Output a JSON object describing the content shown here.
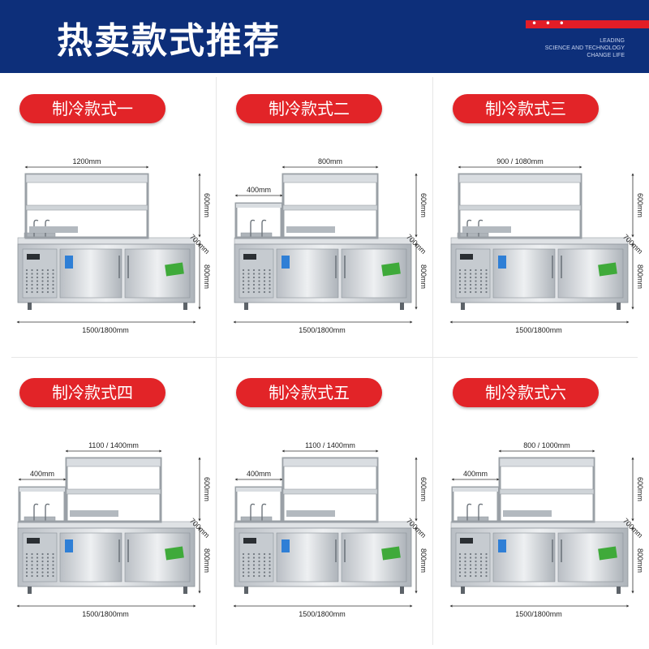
{
  "header": {
    "title": "热卖款式推荐",
    "dots": "• • •",
    "slogan": [
      "LEADING",
      "SCIENCE AND TECHNOLOGY",
      "CHANGE LIFE"
    ]
  },
  "colors": {
    "header_bg": "#0d2f7a",
    "accent_red": "#e21d27",
    "steel": "#c9ced3"
  },
  "products": [
    {
      "name": "制冷款式一",
      "top_width": "1200mm",
      "shelf_height": "600mm",
      "depth": "700mm",
      "counter_height": "800mm",
      "length": "1500/1800mm"
    },
    {
      "name": "制冷款式二",
      "top_width": "800mm",
      "side_width": "400mm",
      "shelf_height": "600mm",
      "depth": "700mm",
      "counter_height": "800mm",
      "length": "1500/1800mm"
    },
    {
      "name": "制冷款式三",
      "top_width": "900 / 1080mm",
      "shelf_height": "600mm",
      "depth": "700mm",
      "counter_height": "800mm",
      "length": "1500/1800mm"
    },
    {
      "name": "制冷款式四",
      "top_width": "1100 / 1400mm",
      "side_width": "400mm",
      "shelf_height": "600mm",
      "depth": "700mm",
      "counter_height": "800mm",
      "length": "1500/1800mm"
    },
    {
      "name": "制冷款式五",
      "top_width": "1100 / 1400mm",
      "side_width": "400mm",
      "shelf_height": "600mm",
      "depth": "700mm",
      "counter_height": "800mm",
      "length": "1500/1800mm"
    },
    {
      "name": "制冷款式六",
      "top_width": "800 / 1000mm",
      "side_width": "400mm",
      "shelf_height": "600mm",
      "depth": "700mm",
      "counter_height": "800mm",
      "length": "1500/1800mm"
    }
  ]
}
